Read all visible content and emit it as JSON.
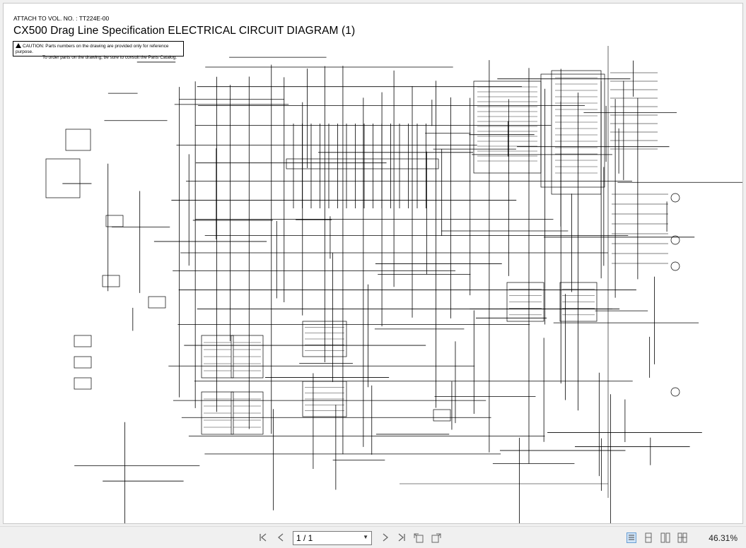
{
  "document": {
    "attach_line": "ATTACH TO VOL. NO. : TT224E-00",
    "title": "CX500 Drag Line Specification ELECTRICAL CIRCUIT DIAGRAM (1)",
    "caution_line1": "CAUTION: Parts numbers on the drawing are provided only for reference purpose.",
    "caution_line2": "To order parts on the drawing, be sure to consult the Parts Catalog."
  },
  "toolbar": {
    "page_value": "1 / 1",
    "zoom_label": "46.31%"
  }
}
